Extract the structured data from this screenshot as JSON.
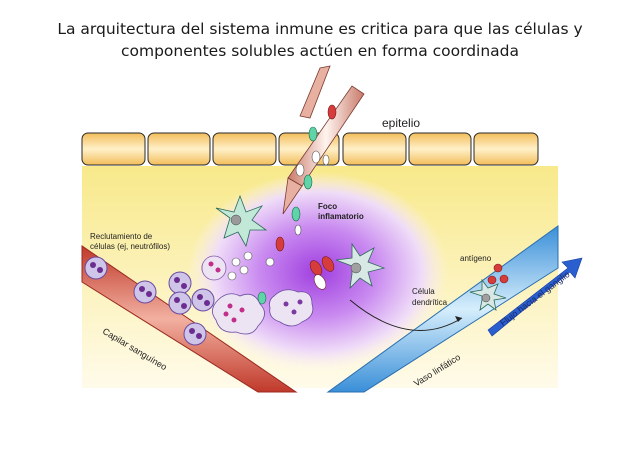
{
  "title": {
    "line1": "La arquitectura del sistema inmune es critica para que las células y",
    "line2": "componentes solubles actúen en forma coordinada"
  },
  "labels": {
    "epitelio": "epitelio",
    "foco_line1": "Foco",
    "foco_line2": "inflamatorio",
    "reclutamiento_line1": "Reclutamiento de",
    "reclutamiento_line2": "células (ej, neutrófilos)",
    "antigeno": "antígeno",
    "celula_line1": "Célula",
    "celula_line2": "dendrítica",
    "capilar": "Capilar sanguíneo",
    "vaso": "Vaso linfático",
    "flujo": "Flujo hacia el ganglio"
  },
  "colors": {
    "epithelium": "#f5c96a",
    "yellow_field": "#fbf3b8",
    "inflammation": "#b04fe0",
    "capillary": "#e07a6a",
    "lymph_vessel": "#7cc3f0",
    "arrow_blue": "#2a5fd0"
  }
}
